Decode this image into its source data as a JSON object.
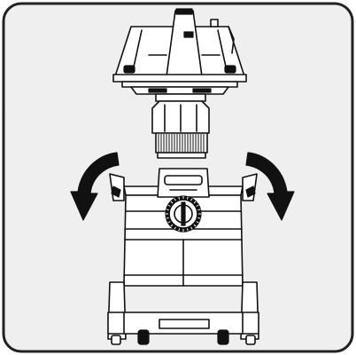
{
  "colors": {
    "frame_fill": "#efefef",
    "frame_stroke": "#222222",
    "line": "#111111",
    "fill": "#ffffff"
  },
  "parts": [
    "motor-head",
    "filter-cartridge",
    "drum",
    "latch-left",
    "latch-right",
    "dial",
    "carry-handle",
    "trolley"
  ],
  "arrows": [
    {
      "name": "rotate-arrow-left",
      "direction": "down-left"
    },
    {
      "name": "rotate-arrow-right",
      "direction": "down-right"
    }
  ]
}
